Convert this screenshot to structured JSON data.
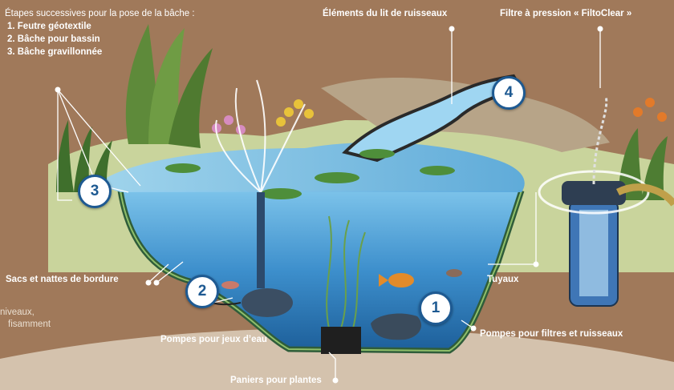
{
  "intro": {
    "title": "Étapes successives pour la pose de la bâche :",
    "steps": [
      "1.  Feutre géotextile",
      "2. Bâche pour bassin",
      "3. Bâche gravillonnée"
    ]
  },
  "labels": {
    "stream_bed": "Éléments du lit de ruisseaux",
    "pressure_filter": "Filtre à pression « FiltoClear »",
    "edging": "Sacs et nattes de bordure",
    "pipes": "Tuyaux",
    "fountain_pumps": "Pompes pour jeux d’eau",
    "filter_pumps": "Pompes pour filtres et ruisseaux",
    "plant_baskets": "Paniers pour plantes"
  },
  "side_note": [
    "niveaux,",
    "fisamment"
  ],
  "badges": [
    "1",
    "2",
    "3",
    "4"
  ],
  "colors": {
    "soil": "#a0795a",
    "water": "#4f9fd4",
    "badge_border": "#1e5a92",
    "label_text": "#ffffff"
  }
}
